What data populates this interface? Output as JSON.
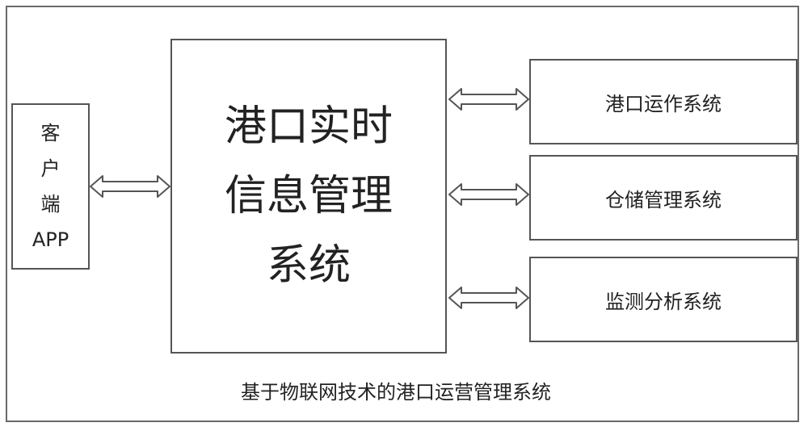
{
  "client": {
    "lines": [
      "客",
      "户",
      "端",
      "APP"
    ]
  },
  "core": {
    "lines": [
      "港口实时",
      "信息管理",
      "系统"
    ]
  },
  "subsystems": [
    {
      "label": "港口运作系统"
    },
    {
      "label": "仓储管理系统"
    },
    {
      "label": "监测分析系统"
    }
  ],
  "caption": "基于物联网技术的港口运营管理系统"
}
